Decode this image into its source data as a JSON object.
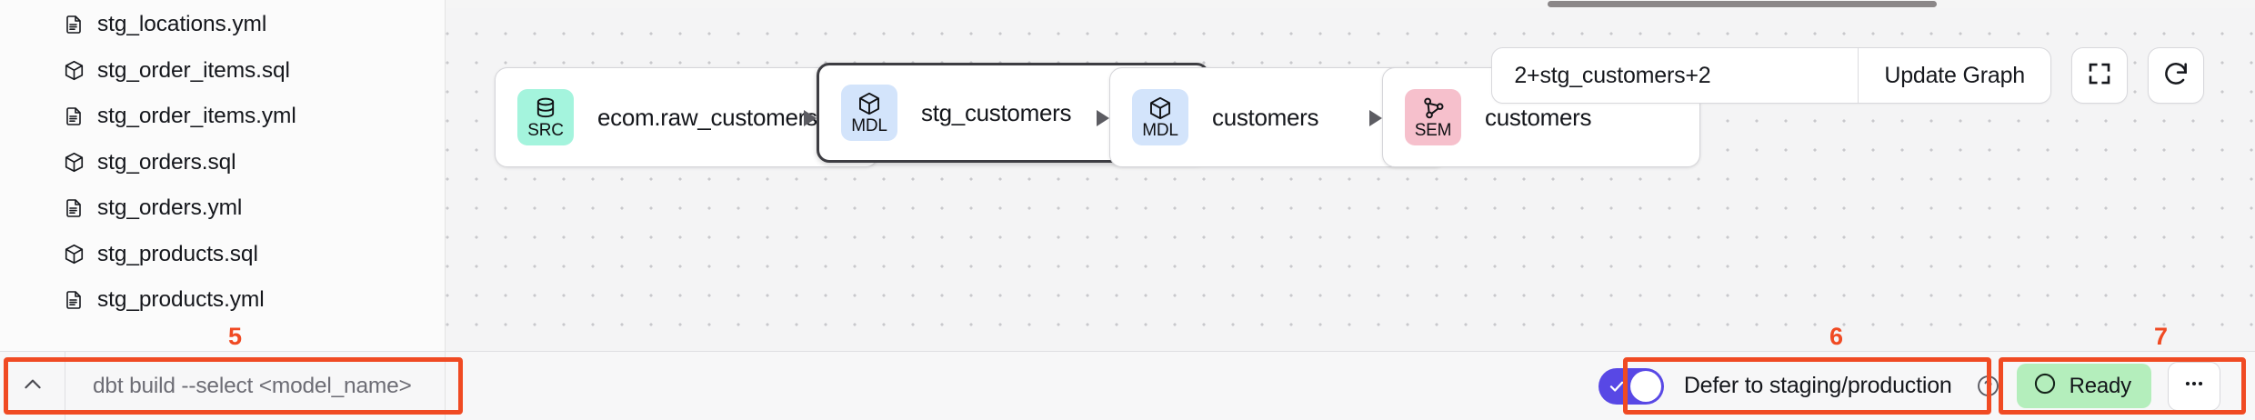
{
  "sidebar": {
    "files": [
      {
        "name": "stg_locations.yml",
        "icon": "yml-file-icon"
      },
      {
        "name": "stg_order_items.sql",
        "icon": "sql-model-icon"
      },
      {
        "name": "stg_order_items.yml",
        "icon": "yml-file-icon"
      },
      {
        "name": "stg_orders.sql",
        "icon": "sql-model-icon"
      },
      {
        "name": "stg_orders.yml",
        "icon": "yml-file-icon"
      },
      {
        "name": "stg_products.sql",
        "icon": "sql-model-icon"
      },
      {
        "name": "stg_products.yml",
        "icon": "yml-file-icon"
      }
    ]
  },
  "command_bar": {
    "collapse_icon": "chevron-up-icon",
    "placeholder": "dbt build --select <model_name>",
    "value": ""
  },
  "graph_toolbar": {
    "selector_value": "2+stg_customers+2",
    "selector_placeholder": "2+stg_customers+2",
    "update_label": "Update Graph",
    "fullscreen_icon": "fullscreen-icon",
    "refresh_icon": "refresh-icon"
  },
  "lineage": {
    "nodes": [
      {
        "label": "ecom.raw_customers",
        "badge": "SRC",
        "badge_color": "#a4f4dd",
        "icon": "database-icon",
        "selected": false
      },
      {
        "label": "stg_customers",
        "badge": "MDL",
        "badge_color": "#d3e4fb",
        "icon": "cube-icon",
        "selected": true
      },
      {
        "label": "customers",
        "badge": "MDL",
        "badge_color": "#d3e4fb",
        "icon": "cube-icon",
        "selected": false
      },
      {
        "label": "customers",
        "badge": "SEM",
        "badge_color": "#f6c0cc",
        "icon": "network-icon",
        "selected": false
      }
    ]
  },
  "status_bar": {
    "defer_label": "Defer to staging/production",
    "defer_enabled": true,
    "help_icon": "help-circle-icon",
    "ready_label": "Ready",
    "ready_color": "#b4eebc",
    "status_icon": "circle-icon",
    "more_icon": "ellipsis-icon"
  },
  "annotations": {
    "accent_color": "#f04a23",
    "markers": [
      {
        "number": "5"
      },
      {
        "number": "6"
      },
      {
        "number": "7"
      }
    ]
  }
}
